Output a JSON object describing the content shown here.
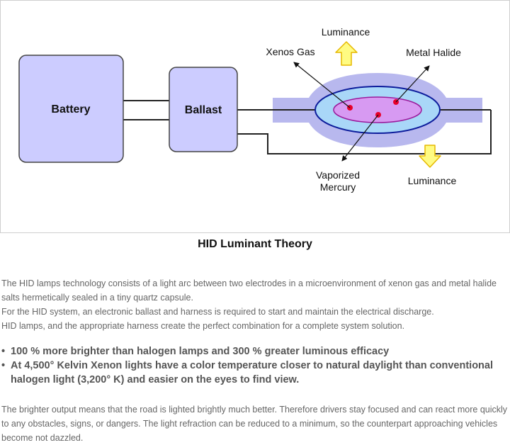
{
  "diagram": {
    "battery_label": "Battery",
    "ballast_label": "Ballast",
    "xenos_gas_label": "Xenos Gas",
    "metal_halide_label": "Metal Halide",
    "vaporized_label_line1": "Vaporized",
    "vaporized_label_line2": "Mercury",
    "luminance_top_label": "Luminance",
    "luminance_bottom_label": "Luminance",
    "colors": {
      "box_fill": "#ccccff",
      "box_stroke": "#444444",
      "glow": "#b8b8ee",
      "outer_ellipse": "#a9d7f8",
      "outer_stroke": "#0d1d9c",
      "inner_ellipse": "#d79af2",
      "inner_stroke": "#9b1a9b",
      "dot": "#e8002a",
      "arrow_fill": "#fffb82",
      "arrow_stroke": "#e6b800"
    }
  },
  "caption": "HID Luminant Theory",
  "intro": [
    "The HID lamps technology consists of a light arc between two electrodes in a microenvironment of xenon gas and metal halide salts hermetically sealed in a tiny quartz capsule.",
    "For the HID system, an electronic ballast and harness is required to start and maintain the electrical discharge.",
    "HID lamps, and the appropriate harness create the perfect combination for a complete system solution."
  ],
  "bullets": [
    "100 % more brighter than halogen lamps and 300 % greater luminous efficacy",
    "At 4,500° Kelvin Xenon lights have a color temperature closer to natural daylight than conventional halogen light (3,200° K) and easier on the eyes to find view."
  ],
  "outro": "The brighter output means that the road is lighted brightly much better. Therefore drivers stay focused and can react more quickly to any obstacles, signs, or dangers. The light refraction can be reduced to a minimum, so the counterpart approaching vehicles become not dazzled."
}
